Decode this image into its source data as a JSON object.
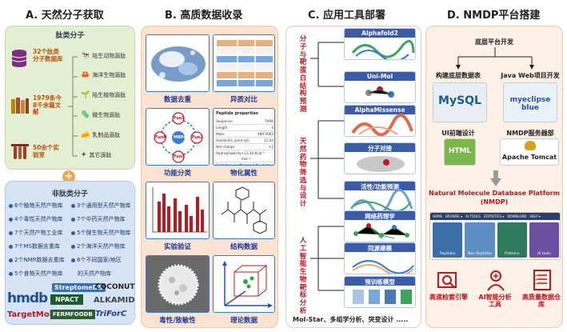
{
  "titles": {
    "a": "A. 天然分子获取",
    "b": "B. 高质数据收录",
    "c": "C. 应用工具部署",
    "d": "D. NMDP平台搭建"
  },
  "panel_a": {
    "peptide_heading": "肽类分子",
    "sources": [
      {
        "label": "32个肽类分子数据库",
        "icon": "database-icon"
      },
      {
        "label": "1979条今8千余篇文献",
        "icon": "books-icon"
      },
      {
        "label": "50余个实验室",
        "icon": "test-tubes-icon"
      }
    ],
    "categories": [
      {
        "label": "陆生动物源肽",
        "icon": "cow-icon"
      },
      {
        "label": "海洋生物源肽",
        "icon": "crab-icon"
      },
      {
        "label": "陆生植物源肽",
        "icon": "plant-icon"
      },
      {
        "label": "微生物源肽",
        "icon": "microbe-icon"
      },
      {
        "label": "乳制品源肽",
        "icon": "cheese-icon"
      },
      {
        "label": "其它源肽",
        "icon": "stars-icon"
      }
    ],
    "plus": "+",
    "nonpeptide_heading": "非肽类分子",
    "nonpeptide_items": [
      "6个植物天然产物库",
      "3个通用型天然产物库",
      "4个毒性天然产物库",
      "7个中药天然产物库",
      "7个天然产物工业库",
      "5个微生物天然产物库",
      "7个MS数据去重库",
      "2个海洋天然产物库",
      "2个NMR数据去重库",
      "8个不同国家/地区",
      "5个食物天然产物库",
      "的天然产物库"
    ],
    "logos": [
      "StreptomeDB",
      "COCONUT",
      "hmdb",
      "NPACT",
      "ALKAMID",
      "TargetMol",
      "FERMFOODB",
      "TriForC"
    ]
  },
  "panel_b": {
    "captions": [
      "数据去重",
      "异质对比",
      "功能分类",
      "物化属性",
      "实验验证",
      "结构数据",
      "毒性/致敏性",
      "理论数据"
    ],
    "venn_labels": [
      "Fun1",
      "Fun2",
      "Fun3",
      "FunN",
      "MBPs"
    ],
    "props_title": "Peptide properties",
    "props": [
      [
        "Sequence",
        "TARK"
      ],
      [
        "Length",
        "4"
      ],
      [
        "Mass",
        "489.5663"
      ],
      [
        "Isoelectric point (pI)",
        "11.04"
      ],
      [
        "Net charge",
        "+2"
      ],
      [
        "Hydrophobicity",
        "+13.30 Kcal * mol⁻¹"
      ],
      [
        "Extinction coefficient",
        "0 M⁻¹ * cm⁻¹"
      ],
      [
        "Extinction coefficient",
        "0 M⁻¹ * cm⁻¹"
      ]
    ]
  },
  "panel_c": {
    "groups": [
      {
        "label": "分子与靶蛋白结构预测"
      },
      {
        "label": "天然药物筛选与设计"
      },
      {
        "label": "人工智能生物靶标分析"
      }
    ],
    "tools": [
      "Alphafold2",
      "Uni-Mol",
      "AlphaMissense",
      "分子对接",
      "活性/功能预测",
      "网络药理学",
      "同源建模",
      "预训练模型"
    ],
    "footer": "Mol-Star、多组学分析、突变设计 ....."
  },
  "panel_d": {
    "top": "底层平台开发",
    "branches": [
      "构建底层数据表",
      "Java Web项目开发"
    ],
    "branch2": [
      "UI前端设计",
      "NMDP服务器部"
    ],
    "tool_logos": [
      "MySQL",
      "myeclipse blue",
      "HTML",
      "Apache Tomcat"
    ],
    "platform_name": "Natural Molecule Database Platform",
    "platform_abbr": "(NMDP)",
    "nav": [
      "HOME",
      "BROWSE ▾",
      "AI TOOLS",
      "STATISTICS ▾",
      "DOWNLOAD",
      "HELP ▾"
    ],
    "tiles": [
      "Peptides",
      "Non-Peptides",
      "Proteins",
      "AI tools"
    ],
    "features": [
      "高速检索引擎",
      "AI智能分析工具",
      "高质量数据仓库"
    ]
  }
}
